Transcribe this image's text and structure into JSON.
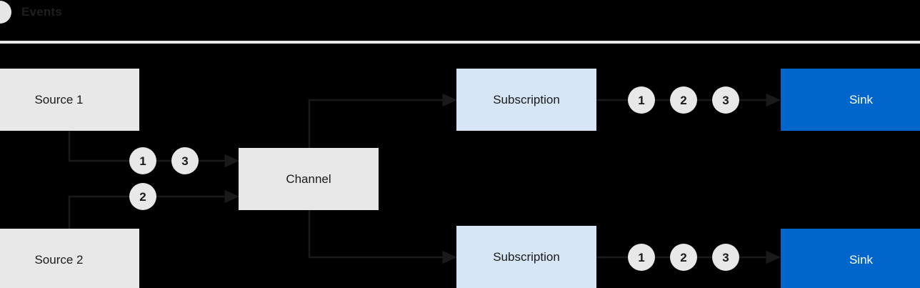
{
  "legend": {
    "marker_icon": "event-dot-icon",
    "label": "Events",
    "marker_color": "#e6e6e6"
  },
  "palette": {
    "background": "#000000",
    "source_fill": "#e8e8e8",
    "channel_fill": "#e8e8e8",
    "subscription_fill": "#d6e6f7",
    "sink_fill": "#0066cc",
    "sink_text": "#ffffff",
    "wire": "#1a1a1a",
    "divider": "#e8e8e8",
    "chip_fill": "#e8e8e8",
    "chip_text": "#1a1a1a"
  },
  "nodes": {
    "source_1": "Source 1",
    "source_2": "Source 2",
    "channel": "Channel",
    "subscription_top": "Subscription",
    "subscription_bottom": "Subscription",
    "sink_top": "Sink",
    "sink_bottom": "Sink"
  },
  "events": {
    "source1_to_channel": [
      "1",
      "3"
    ],
    "source2_to_channel": [
      "2"
    ],
    "subscription_top_to_sink": [
      "1",
      "2",
      "3"
    ],
    "subscription_bottom_to_sink": [
      "1",
      "2",
      "3"
    ]
  }
}
